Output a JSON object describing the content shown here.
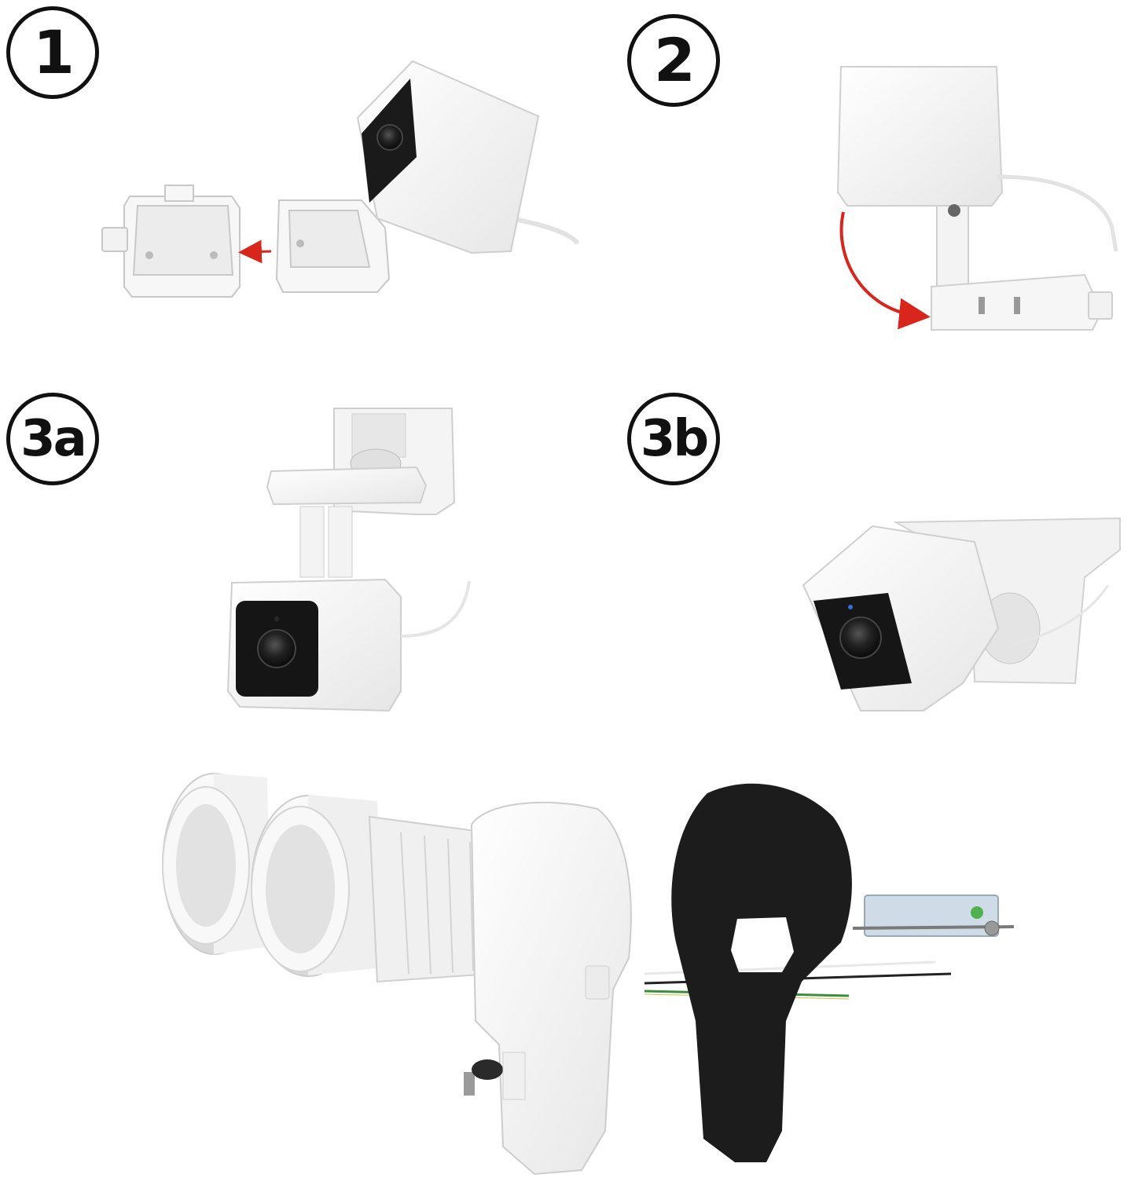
{
  "steps": [
    {
      "label": "1"
    },
    {
      "label": "2"
    },
    {
      "label": "3a"
    },
    {
      "label": "3b"
    }
  ],
  "colors": {
    "accent_arrow": "#d9261c",
    "mount_white": "#f4f4f4",
    "outline_gray": "#cfcfcf",
    "lens_black": "#111111",
    "gasket_black": "#1c1c1c",
    "wire_green": "#3a8f3a"
  }
}
